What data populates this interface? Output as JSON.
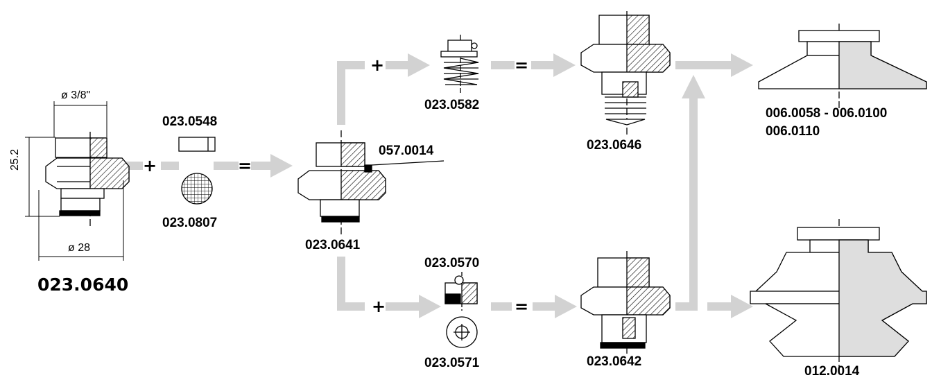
{
  "parts": {
    "base_adapter": "023.0640",
    "insert_cylinder": "023.0548",
    "filter_mesh": "023.0807",
    "adapter_with_filter": "023.0641",
    "seal_ring": "057.0014",
    "spring_valve": "023.0582",
    "valve_assembly_top": "023.0646",
    "flow_insert": "023.0570",
    "disc": "023.0571",
    "valve_assembly_bottom": "023.0642",
    "flat_cup_range": "006.0058 - 006.0100",
    "flat_cup_alt": "006.0110",
    "bellows_cup": "012.0014"
  },
  "dimensions": {
    "thread": "ø 3/8\"",
    "height": "25.2",
    "diameter": "ø 28"
  },
  "symbols": {
    "plus": "+",
    "equals": "="
  },
  "colors": {
    "arrow": "#d2d2d2",
    "line": "#000000",
    "hatch": "#000000",
    "cup_fill": "#dedede"
  }
}
